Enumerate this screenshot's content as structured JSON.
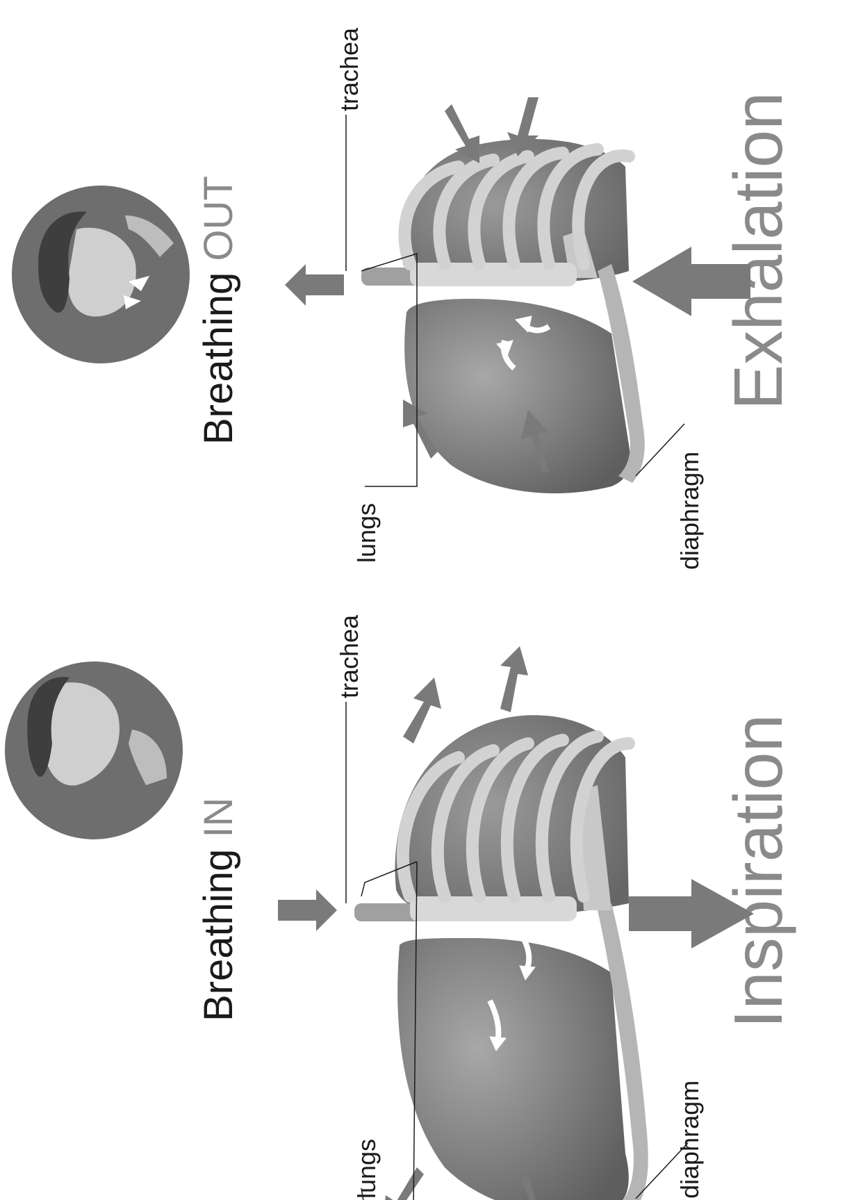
{
  "panels": {
    "inhale": {
      "title_main": "Breathing ",
      "title_accent": "IN",
      "phase": "Inspiration",
      "labels": {
        "trachea": "trachea",
        "lungs": "lungs",
        "diaphragm": "diaphragm"
      }
    },
    "exhale": {
      "title_main": "Breathing ",
      "title_accent": "OUT",
      "phase": "Exhalation",
      "labels": {
        "trachea": "trachea",
        "lungs": "lungs",
        "diaphragm": "diaphragm"
      }
    }
  },
  "colors": {
    "lung_dark": "#6a6a6a",
    "lung_mid": "#8c8c8c",
    "rib": "#d2d2d2",
    "diaphragm": "#b5b5b5",
    "arrow": "#7a7a7a",
    "circle_bg": "#6e6e6e",
    "big_text": "#8a8a8a"
  }
}
